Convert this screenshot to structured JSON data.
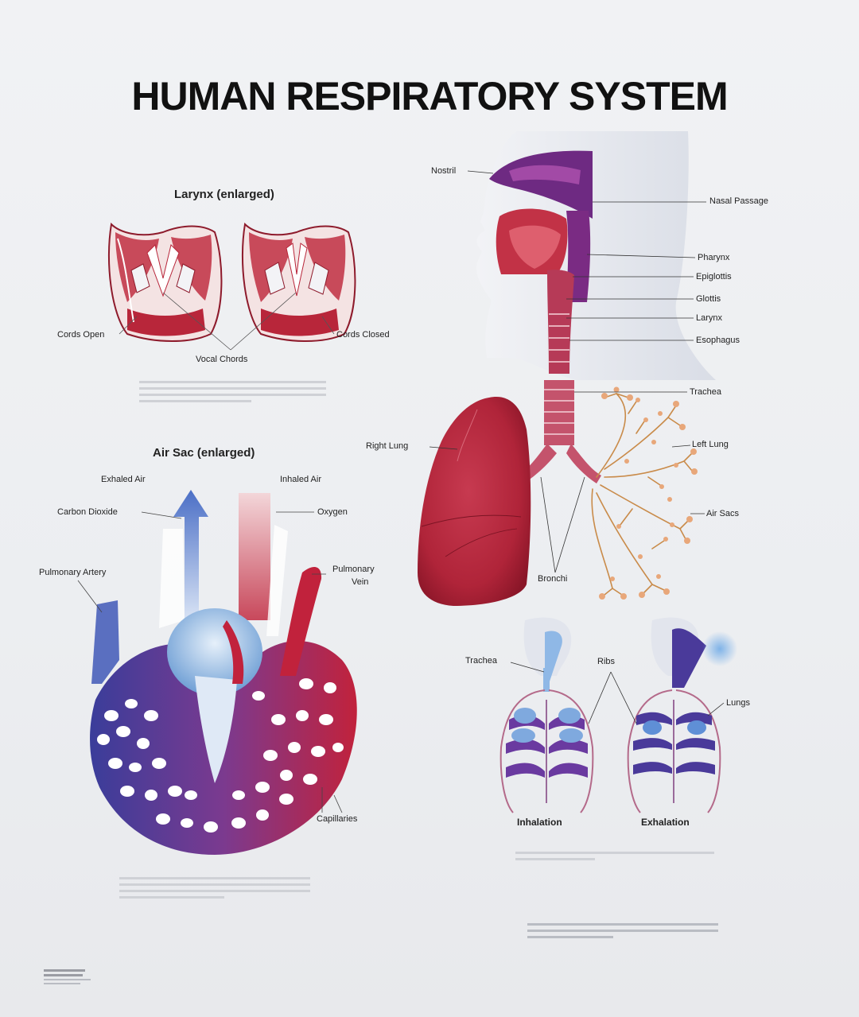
{
  "title": "HUMAN RESPIRATORY SYSTEM",
  "larynx": {
    "heading": "Larynx (enlarged)",
    "labels": {
      "cords_open": "Cords Open",
      "cords_closed": "Cords Closed",
      "vocal_chords": "Vocal Chords"
    }
  },
  "air_sac": {
    "heading": "Air Sac (enlarged)",
    "labels": {
      "exhaled_air": "Exhaled Air",
      "inhaled_air": "Inhaled Air",
      "carbon_dioxide": "Carbon Dioxide",
      "oxygen": "Oxygen",
      "pulmonary_artery": "Pulmonary Artery",
      "pulmonary_vein_1": "Pulmonary",
      "pulmonary_vein_2": "Vein",
      "capillaries": "Capillaries"
    }
  },
  "head": {
    "labels": {
      "nostril": "Nostril",
      "nasal_passage": "Nasal Passage",
      "pharynx": "Pharynx",
      "epiglottis": "Epiglottis",
      "glottis": "Glottis",
      "larynx": "Larynx",
      "esophagus": "Esophagus",
      "trachea": "Trachea",
      "right_lung": "Right Lung",
      "left_lung": "Left Lung",
      "air_sacs": "Air Sacs",
      "bronchi": "Bronchi"
    }
  },
  "breathing": {
    "labels": {
      "trachea": "Trachea",
      "ribs": "Ribs",
      "lungs": "Lungs",
      "inhalation": "Inhalation",
      "exhalation": "Exhalation"
    }
  },
  "colors": {
    "title": "#111111",
    "tissue_red": "#b8263a",
    "deep_red": "#8e1b2c",
    "purple": "#6a2a7e",
    "vein_blue": "#5a6fc0",
    "light_blue": "#b9d6ef"
  },
  "icons": [
    "larynx-open-illustration",
    "larynx-closed-illustration",
    "head-profile-illustration",
    "right-lung-illustration",
    "left-lung-bronchial-tree-illustration",
    "air-sac-illustration",
    "inhalation-ribcage-illustration",
    "exhalation-ribcage-illustration"
  ]
}
